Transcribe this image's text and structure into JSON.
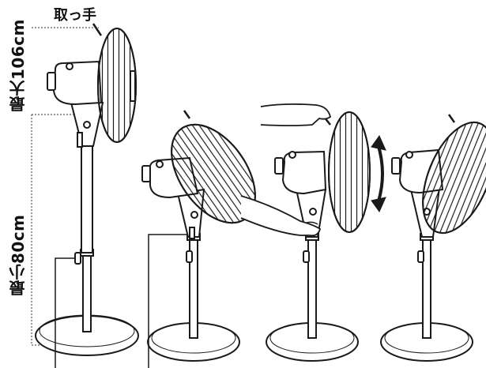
{
  "labels": {
    "handle": "取っ手",
    "max_height": "最大106cm",
    "min_height": "最小80cm"
  },
  "colors": {
    "line": "#1a1a1a",
    "fill": "#ffffff",
    "shade": "#9a9a9a",
    "dotted": "#333333"
  },
  "figures": [
    {
      "id": "fan-max-height",
      "description_visible": false
    },
    {
      "id": "fan-min-height-tilted-up",
      "description_visible": false
    },
    {
      "id": "fan-tilt-adjust-hands",
      "description_visible": false
    },
    {
      "id": "fan-tilted-down",
      "description_visible": false
    }
  ],
  "icons": [
    "double-arrow-icon"
  ]
}
